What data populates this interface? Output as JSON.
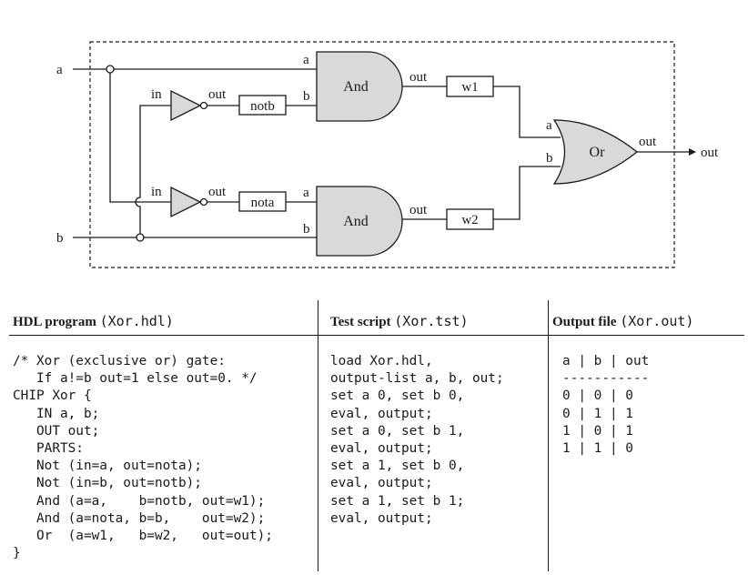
{
  "diagram": {
    "inputs": {
      "a": "a",
      "b": "b"
    },
    "output": "out",
    "not_top": {
      "in": "in",
      "out": "out"
    },
    "not_bottom": {
      "in": "in",
      "out": "out"
    },
    "wire_boxes": {
      "notb": "notb",
      "nota": "nota",
      "w1": "w1",
      "w2": "w2"
    },
    "and_top": {
      "name": "And",
      "pin_a": "a",
      "pin_b": "b",
      "pin_out": "out"
    },
    "and_bottom": {
      "name": "And",
      "pin_a": "a",
      "pin_b": "b",
      "pin_out": "out"
    },
    "or_gate": {
      "name": "Or",
      "pin_a": "a",
      "pin_b": "b",
      "pin_out": "out"
    }
  },
  "hdl": {
    "title": "HDL program",
    "file": "(Xor.hdl)",
    "code": "/* Xor (exclusive or) gate:\n   If a!=b out=1 else out=0. */\nCHIP Xor {\n   IN a, b;\n   OUT out;\n   PARTS:\n   Not (in=a, out=nota);\n   Not (in=b, out=notb);\n   And (a=a,    b=notb, out=w1);\n   And (a=nota, b=b,    out=w2);\n   Or  (a=w1,   b=w2,   out=out);\n}"
  },
  "test": {
    "title": "Test script",
    "file": "(Xor.tst)",
    "code": "load Xor.hdl,\noutput-list a, b, out;\nset a 0, set b 0,\neval, output;\nset a 0, set b 1,\neval, output;\nset a 1, set b 0,\neval, output;\nset a 1, set b 1;\neval, output;"
  },
  "out": {
    "title": "Output file",
    "file": "(Xor.out)",
    "code": "a | b | out\n-----------\n0 | 0 | 0\n0 | 1 | 1\n1 | 0 | 1\n1 | 1 | 0"
  }
}
